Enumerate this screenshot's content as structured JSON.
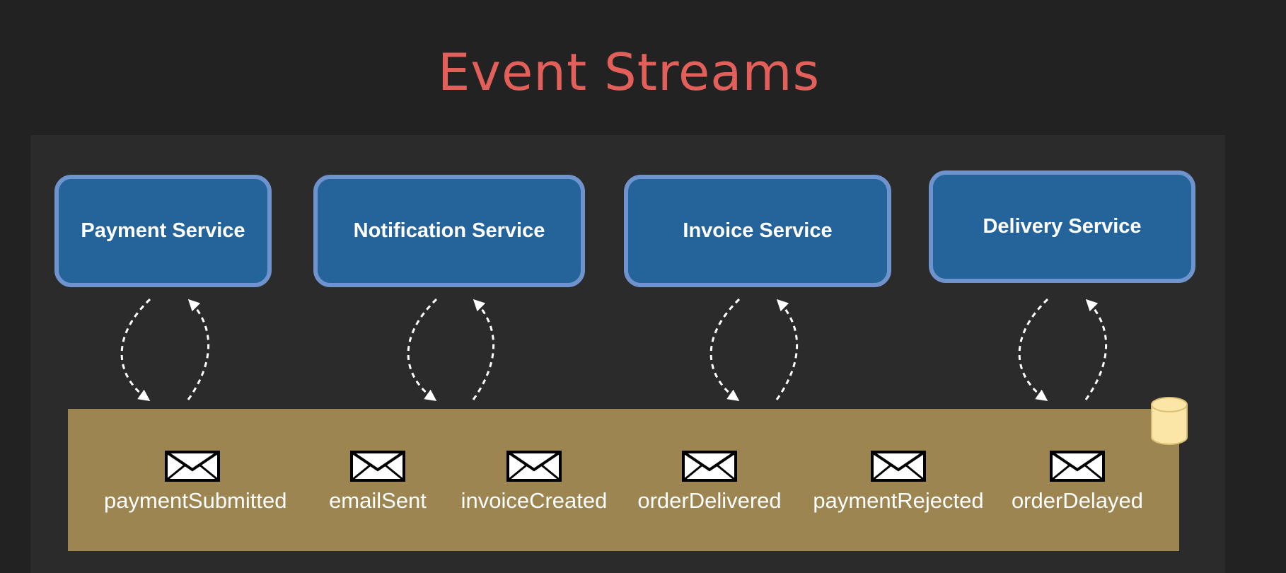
{
  "title": "Event Streams",
  "services": [
    {
      "label": "Payment Service"
    },
    {
      "label": "Notification Service"
    },
    {
      "label": "Invoice Service"
    },
    {
      "label": "Delivery Service"
    }
  ],
  "events": [
    {
      "label": "paymentSubmitted",
      "icon": "envelope-icon"
    },
    {
      "label": "emailSent",
      "icon": "envelope-icon"
    },
    {
      "label": "invoiceCreated",
      "icon": "envelope-icon"
    },
    {
      "label": "orderDelivered",
      "icon": "envelope-icon"
    },
    {
      "label": "paymentRejected",
      "icon": "envelope-icon"
    },
    {
      "label": "orderDelayed",
      "icon": "envelope-icon"
    }
  ],
  "stream_icon": "database-icon",
  "colors": {
    "background": "#222222",
    "panel": "#2b2b2b",
    "title": "#e35f5a",
    "service_fill": "#25649b",
    "service_border": "#6f93cc",
    "stream_fill": "#9c8550",
    "database": "#fbe6a8"
  }
}
